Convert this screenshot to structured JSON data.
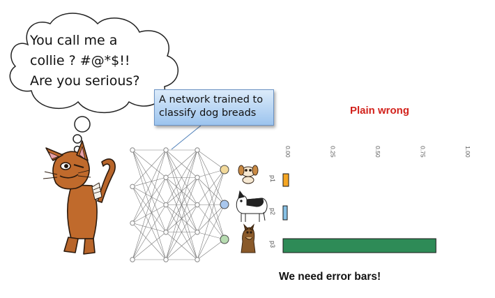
{
  "thought_bubble": {
    "lines": [
      "You call me a",
      "collie ? #@*$!!",
      "Are you serious?"
    ]
  },
  "callout": {
    "text": "A network trained to classify dog breads"
  },
  "network": {
    "layers": [
      4,
      5,
      5,
      3
    ],
    "output_colors": [
      "#f2d99a",
      "#a9c7ee",
      "#b7dcb1"
    ]
  },
  "footer": {
    "text": "We need error bars!"
  },
  "colors": {
    "p1": "#f5a623",
    "p2": "#87c1e5",
    "p3": "#2e8b57",
    "title": "#d2221c"
  },
  "chart_data": {
    "type": "bar",
    "orientation": "horizontal",
    "title": "Plain wrong",
    "categories": [
      "p1",
      "p2",
      "p3"
    ],
    "values": [
      0.02,
      0.01,
      0.85
    ],
    "colors": [
      "#f5a623",
      "#87c1e5",
      "#2e8b57"
    ],
    "xlim": [
      0,
      1
    ],
    "ticks": [
      "0.00",
      "0.25",
      "0.50",
      "0.75",
      "1.00"
    ],
    "grid": false
  }
}
